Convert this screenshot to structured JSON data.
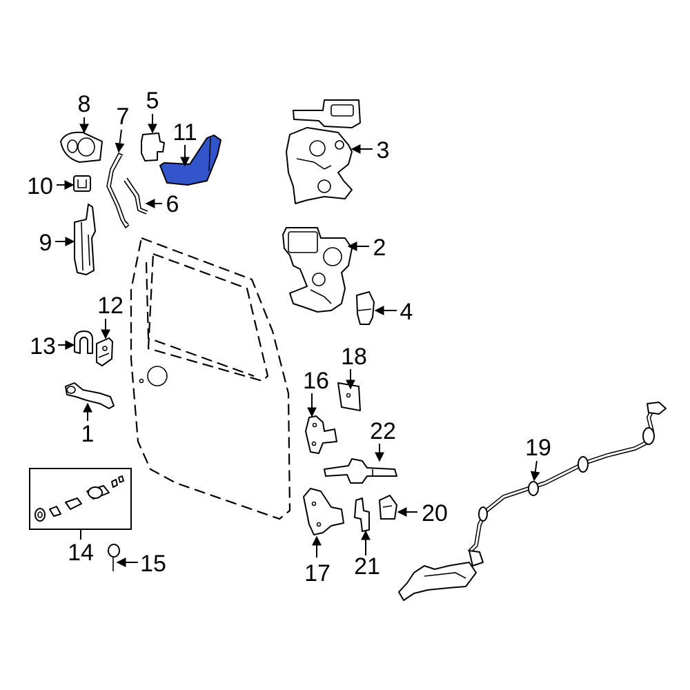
{
  "highlight_color": "#3355CC",
  "highlighted_part": "11",
  "callouts": {
    "c1": "1",
    "c2": "2",
    "c3": "3",
    "c4": "4",
    "c5": "5",
    "c6": "6",
    "c7": "7",
    "c8": "8",
    "c9": "9",
    "c10": "10",
    "c11": "11",
    "c12": "12",
    "c13": "13",
    "c14": "14",
    "c15": "15",
    "c16": "16",
    "c17": "17",
    "c18": "18",
    "c19": "19",
    "c20": "20",
    "c21": "21",
    "c22": "22"
  }
}
